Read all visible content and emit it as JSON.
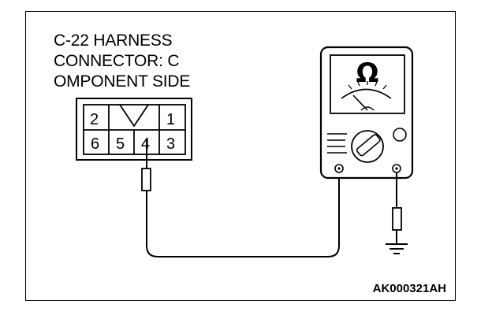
{
  "connector": {
    "title_lines": [
      "C-22 HARNESS",
      "CONNECTOR: C",
      "OMPONENT SIDE"
    ],
    "pins_top": [
      "2",
      "1"
    ],
    "pins_bottom": [
      "6",
      "5",
      "4",
      "3"
    ],
    "probed_pin": "4"
  },
  "meter": {
    "unit_symbol": "Ω",
    "icon": "ohmmeter-icon"
  },
  "figure_id": "AK000321AH"
}
